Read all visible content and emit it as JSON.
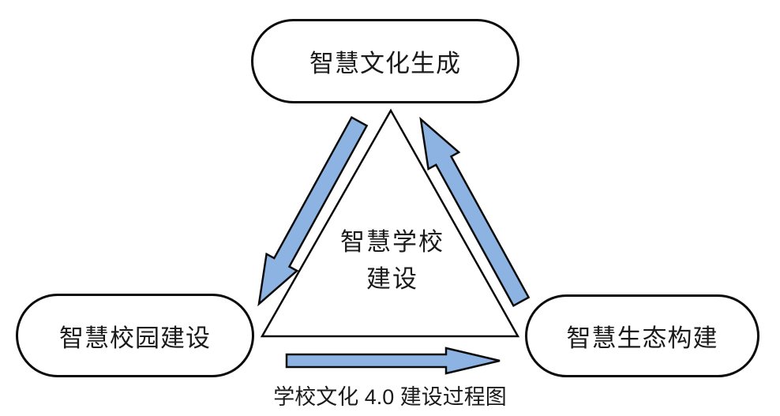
{
  "caption": "学校文化 4.0 建设过程图",
  "nodes": {
    "top": {
      "label": "智慧文化生成"
    },
    "left": {
      "label": "智慧校园建设"
    },
    "right": {
      "label": "智慧生态构建"
    },
    "center": {
      "line1": "智慧学校",
      "line2": "建设"
    }
  },
  "arrows": [
    {
      "name": "culture-to-campus",
      "from": "智慧文化生成",
      "to": "智慧校园建设",
      "direction": "down-left"
    },
    {
      "name": "campus-to-ecology",
      "from": "智慧校园建设",
      "to": "智慧生态构建",
      "direction": "right"
    },
    {
      "name": "ecology-to-culture",
      "from": "智慧生态构建",
      "to": "智慧文化生成",
      "direction": "up"
    }
  ],
  "colors": {
    "arrow_fill": "#8DB3E2",
    "outline": "#0A0A0A",
    "background": "#FFFFFF"
  }
}
